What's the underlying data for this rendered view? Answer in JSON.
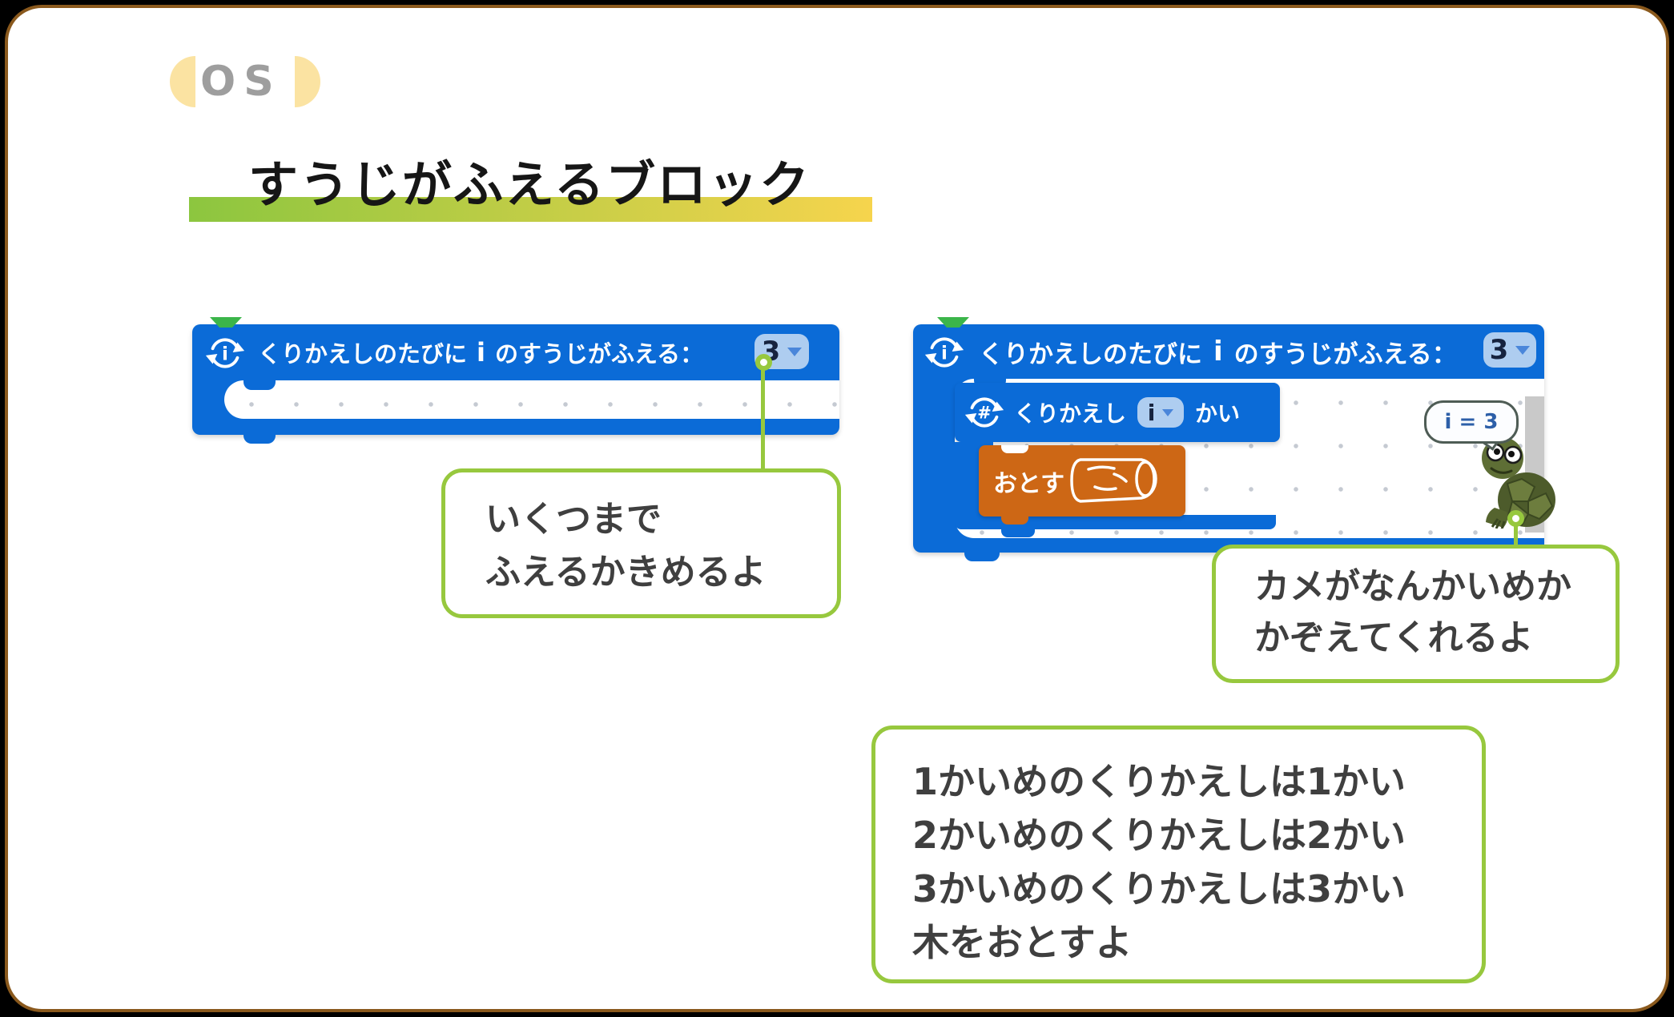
{
  "slide": {
    "logo_text": "OS",
    "title": "すうじがふえるブロック"
  },
  "outer_block": {
    "label_before": "くりかえしのたびに",
    "variable": "i",
    "label_after": "のすうじがふえる：",
    "dropdown_value": "3"
  },
  "inner_block": {
    "label_before": "くりかえし",
    "dropdown_value": "i",
    "label_after": "かい"
  },
  "action_block": {
    "label": "おとす"
  },
  "turtle": {
    "speech": "i = 3"
  },
  "callout_left": {
    "line1": "いくつまで",
    "line2": "ふえるかきめるよ"
  },
  "callout_right": {
    "line1": "カメがなんかいめか",
    "line2": "かぞえてくれるよ"
  },
  "callout_bottom": {
    "lines": [
      "1かいめのくりかえしは1かい",
      "2かいめのくりかえしは2かい",
      "3かいめのくりかえしは3かい",
      "木をおとすよ"
    ]
  },
  "colors": {
    "block_blue": "#0b6bd7",
    "block_orange": "#cd6715",
    "accent_green": "#97c83e",
    "notch_green": "#3bb54a",
    "dropdown_bg": "#aecdf0",
    "underline_from": "#8cc63f",
    "underline_to": "#f6d44d",
    "logo_yellow": "#fbe3a2",
    "logo_gray": "#9e9e9e",
    "frame_brown": "#8a591d",
    "scrollbar_gray": "#c9c9c9",
    "bubble_text_blue": "#2d5fa8",
    "text_gray": "#3f3f3f"
  }
}
